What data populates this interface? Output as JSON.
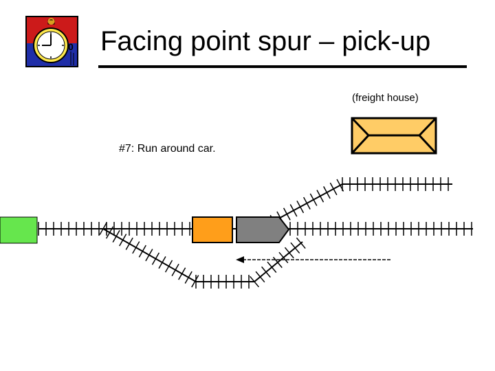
{
  "title": "Facing point spur – pick-up",
  "freight_house_label": "(freight house)",
  "step_label": "#7:  Run around car.",
  "colors": {
    "logo_red": "#cc1a1a",
    "logo_blue": "#1f2ea8",
    "clock_yellow": "#ffe94d",
    "freight_house_fill": "#ffcc66",
    "locomotive_green": "#66e64d",
    "freight_car_orange": "#ff9e1a",
    "coach_gray": "#808080",
    "track": "#000000"
  },
  "icons": [
    "stopwatch-icon"
  ]
}
